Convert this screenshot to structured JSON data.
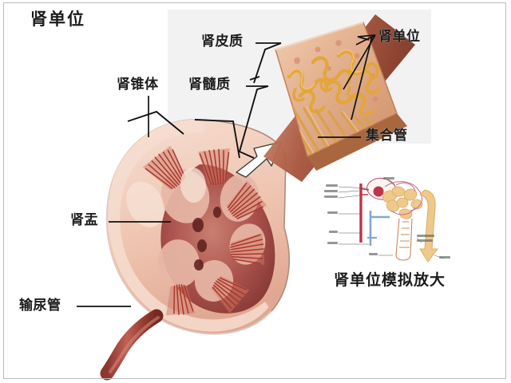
{
  "figure": {
    "title": "肾单位",
    "caption": "肾单位模拟放大",
    "background": "#ffffff",
    "frame_color": "#b9bcbd"
  },
  "labels": {
    "title": "肾单位",
    "renal_pyramid": "肾锥体",
    "renal_cortex": "肾皮质",
    "renal_medulla": "肾髓质",
    "nephron": "肾单位",
    "collecting_duct": "集合管",
    "renal_pelvis": "肾盂",
    "ureter": "输尿管",
    "inset_caption": "肾单位模拟放大"
  },
  "colors": {
    "label_text": "#1c1c1c",
    "leader_line": "#111111",
    "panel_gray": "#f2f2f2",
    "capsule_outline": "#b08b78",
    "cortex_light": "#f3cfbe",
    "cortex_mid": "#e8b9a4",
    "medulla_dark": "#9b3228",
    "pyramid_red": "#b0362b",
    "pelvis_pink": "#e0a396",
    "pelvis_deep": "#8e3a36",
    "ureter_red": "#a8413a",
    "wedge_tan": "#e7b492",
    "wedge_edge": "#c98a63",
    "tubule_gold": "#e0a33c",
    "inset_yellow": "#efc98a",
    "inset_pink": "#c9698f",
    "inset_red": "#c0344a",
    "inset_blue": "#7fa9cf"
  },
  "diagram": {
    "type": "anatomical-illustration",
    "subject": "kidney cross-section with magnified cortex/medulla wedge and nephron inset",
    "parts": [
      {
        "name": "renal_pyramid",
        "label": "肾锥体",
        "leader": "vertical line down to pyramid in kidney cortex"
      },
      {
        "name": "renal_cortex",
        "label": "肾皮质",
        "leader": "horizontal line to bracket on upper wedge"
      },
      {
        "name": "renal_medulla",
        "label": "肾髓质",
        "leader": "horizontal line to bracket on lower wedge"
      },
      {
        "name": "nephron",
        "label": "肾单位",
        "leader": "two lines fanning into tubules of wedge"
      },
      {
        "name": "collecting_duct",
        "label": "集合管",
        "leader": "horizontal line to base of wedge"
      },
      {
        "name": "renal_pelvis",
        "label": "肾盂",
        "leader": "horizontal line into central pelvis cavity"
      },
      {
        "name": "ureter",
        "label": "输尿管",
        "leader": "horizontal line to descending ureter tube"
      }
    ],
    "callout": {
      "shape": "white outlined arrow",
      "from": "kidney cortex region",
      "to": "magnified wedge block"
    },
    "inset": {
      "caption": "肾单位模拟放大",
      "contents": "schematic nephron: glomerulus, Bowman's capsule, proximal and distal tubules, loop of Henle, collecting duct, afferent and efferent arterioles",
      "micro_labels_legible": false
    }
  }
}
